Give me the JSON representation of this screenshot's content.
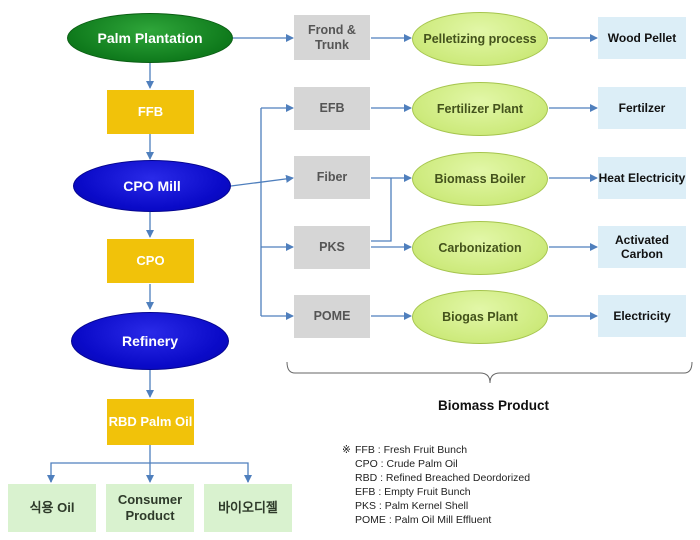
{
  "nodes": {
    "palm_plantation": "Palm Plantation",
    "ffb": "FFB",
    "cpo_mill": "CPO Mill",
    "cpo": "CPO",
    "refinery": "Refinery",
    "rbd_palm_oil": "RBD Palm Oil",
    "edible_oil": "식용 Oil",
    "consumer_product": "Consumer Product",
    "biodiesel": "바이오디젤",
    "frond_trunk": "Frond & Trunk",
    "efb": "EFB",
    "fiber": "Fiber",
    "pks": "PKS",
    "pome": "POME",
    "pelletizing": "Pelletizing process",
    "fertilizer_plant": "Fertilizer Plant",
    "biomass_boiler": "Biomass Boiler",
    "carbonization": "Carbonization",
    "biogas_plant": "Biogas Plant",
    "wood_pellet": "Wood Pellet",
    "fertilizer": "Fertilzer",
    "heat_electricity": "Heat Electricity",
    "activated_carbon": "Activated Carbon",
    "electricity": "Electricity"
  },
  "biomass_label": "Biomass Product",
  "legend": {
    "mark": "※",
    "items": [
      "FFB : Fresh Fruit Bunch",
      "CPO : Crude Palm Oil",
      "RBD : Refined Breached Deordorized",
      "EFB : Empty Fruit Bunch",
      "PKS : Palm Kernel Shell",
      "POME : Palm Oil Mill Effluent"
    ]
  },
  "colors": {
    "connector": "#4f7fbd",
    "palm_green": "#0f7a1c",
    "mill_blue": "#0a0ac8",
    "gold": "#f1c20a",
    "gray_box": "#d6d6d6",
    "lime_ellipse": "#cdea7c",
    "product_box": "#dceef7",
    "consumer_box": "#d9f2cf"
  }
}
